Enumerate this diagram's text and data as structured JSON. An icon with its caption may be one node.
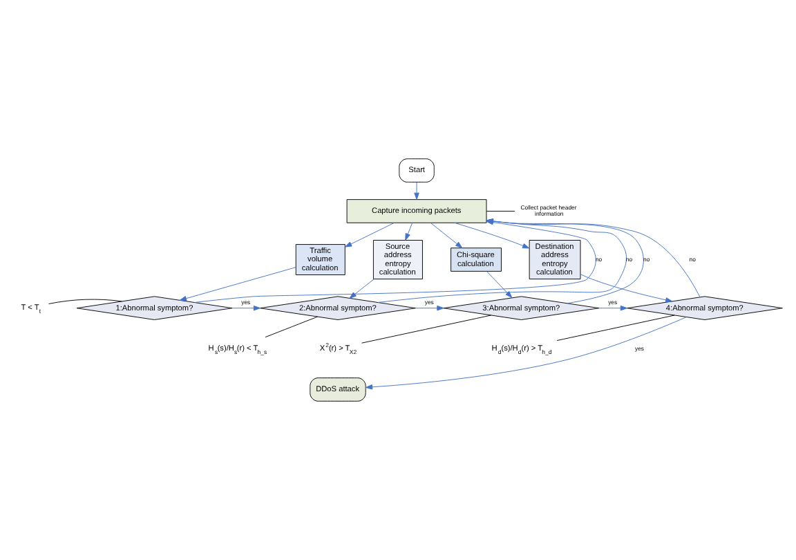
{
  "diagram": {
    "nodes": [
      {
        "text": [
          "Start"
        ]
      },
      {
        "text": [
          "Capture incoming packets"
        ]
      },
      {
        "text": [
          "Traffic volume calculation"
        ]
      },
      {
        "text": [
          "Source address entropy calculation"
        ]
      },
      {
        "text": [
          "Chi-square calculation"
        ]
      },
      {
        "text": [
          "Destination address entropy calculation"
        ]
      },
      {
        "text": [
          "1:Abnormal symptom?"
        ]
      },
      {
        "text": [
          "2:Abnormal symptom?"
        ]
      },
      {
        "text": [
          "3:Abnormal symptom?"
        ]
      },
      {
        "text": [
          "4:Abnormal symptom?"
        ]
      },
      {
        "text": [
          "DDoS attack"
        ]
      },
      {
        "text": [
          "Collect packet header information"
        ]
      },
      {
        "text": [
          "T < T$_{t}$"
        ]
      },
      {
        "text": [
          "H$_{s}$(s)/H$_{s}$(r) < T$_{h_s}$"
        ]
      },
      {
        "text": [
          "X$^{2}$(r) > T$_{X2}$"
        ]
      },
      {
        "text": [
          "H$_{d}$(s)/H$_{d}$(r) > T$_{h_d}$"
        ]
      }
    ],
    "edges": [
      {
        "from": 0,
        "to": 1,
        "arrow": "to"
      },
      {
        "from": 1,
        "to": 2,
        "arrow": "to"
      },
      {
        "from": 1,
        "to": 3,
        "arrow": "to"
      },
      {
        "from": 1,
        "to": 4,
        "arrow": "to"
      },
      {
        "from": 1,
        "to": 5,
        "arrow": "to"
      },
      {
        "from": 2,
        "to": 6,
        "arrow": "to"
      },
      {
        "from": 3,
        "to": 7,
        "arrow": "to"
      },
      {
        "from": 4,
        "to": 8,
        "arrow": "to"
      },
      {
        "from": 5,
        "to": 9,
        "arrow": "to"
      },
      {
        "from": 6,
        "to": 7,
        "arrow": "to",
        "label": "yes"
      },
      {
        "from": 7,
        "to": 8,
        "arrow": "to",
        "label": "yes"
      },
      {
        "from": 8,
        "to": 9,
        "arrow": "to",
        "label": "yes"
      },
      {
        "from": 9,
        "to": 10,
        "arrow": "to",
        "label": "yes"
      },
      {
        "from": 6,
        "to": 1,
        "arrow": "to",
        "label": "no"
      },
      {
        "from": 7,
        "to": 1,
        "arrow": "to",
        "label": "no"
      },
      {
        "from": 8,
        "to": 1,
        "arrow": "to",
        "label": "no"
      },
      {
        "from": 9,
        "to": 1,
        "arrow": "to",
        "label": "no"
      },
      {
        "from": 11,
        "to": 1,
        "arrow": "none",
        "color": "#000000"
      },
      {
        "from": 12,
        "to": 6,
        "arrow": "none",
        "color": "#000000"
      },
      {
        "from": 13,
        "to": 7,
        "arrow": "none",
        "color": "#000000"
      },
      {
        "from": 14,
        "to": 8,
        "arrow": "none",
        "color": "#000000"
      },
      {
        "from": 15,
        "to": 9,
        "arrow": "none",
        "color": "#000000"
      }
    ]
  }
}
